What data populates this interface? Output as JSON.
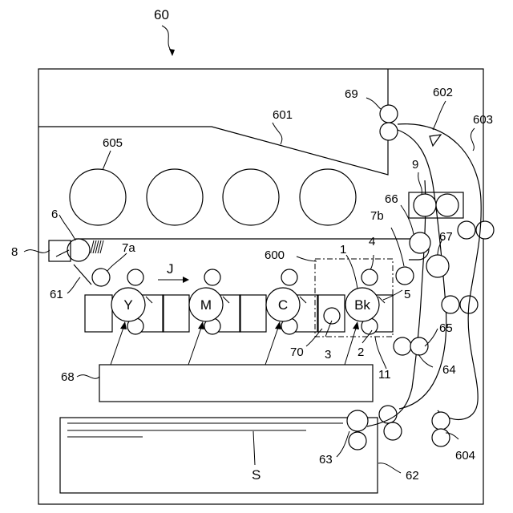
{
  "figure": {
    "labels": {
      "apparatus": "60",
      "cover": "601",
      "exit_unit": "602",
      "duplex_path": "603",
      "duplex_rollers": "604",
      "toner": "605",
      "belt_roller": "6",
      "transfer_a": "7a",
      "transfer_b": "7b",
      "cleaner": "8",
      "fuser": "9",
      "exit_rollers": "69",
      "roller_66": "66",
      "roller_67": "67",
      "roller_65": "65",
      "path_64": "64",
      "pickup_roller": "63",
      "tray": "62",
      "belt": "61",
      "scanner": "68",
      "direction": "J",
      "unit": "600",
      "drum": "1",
      "charger": "2",
      "developer": "3",
      "primary_transfer": "4",
      "cleaning": "5",
      "sensor": "11",
      "unit_70": "70",
      "sheet": "S"
    },
    "drums": [
      "Y",
      "M",
      "C",
      "Bk"
    ]
  }
}
